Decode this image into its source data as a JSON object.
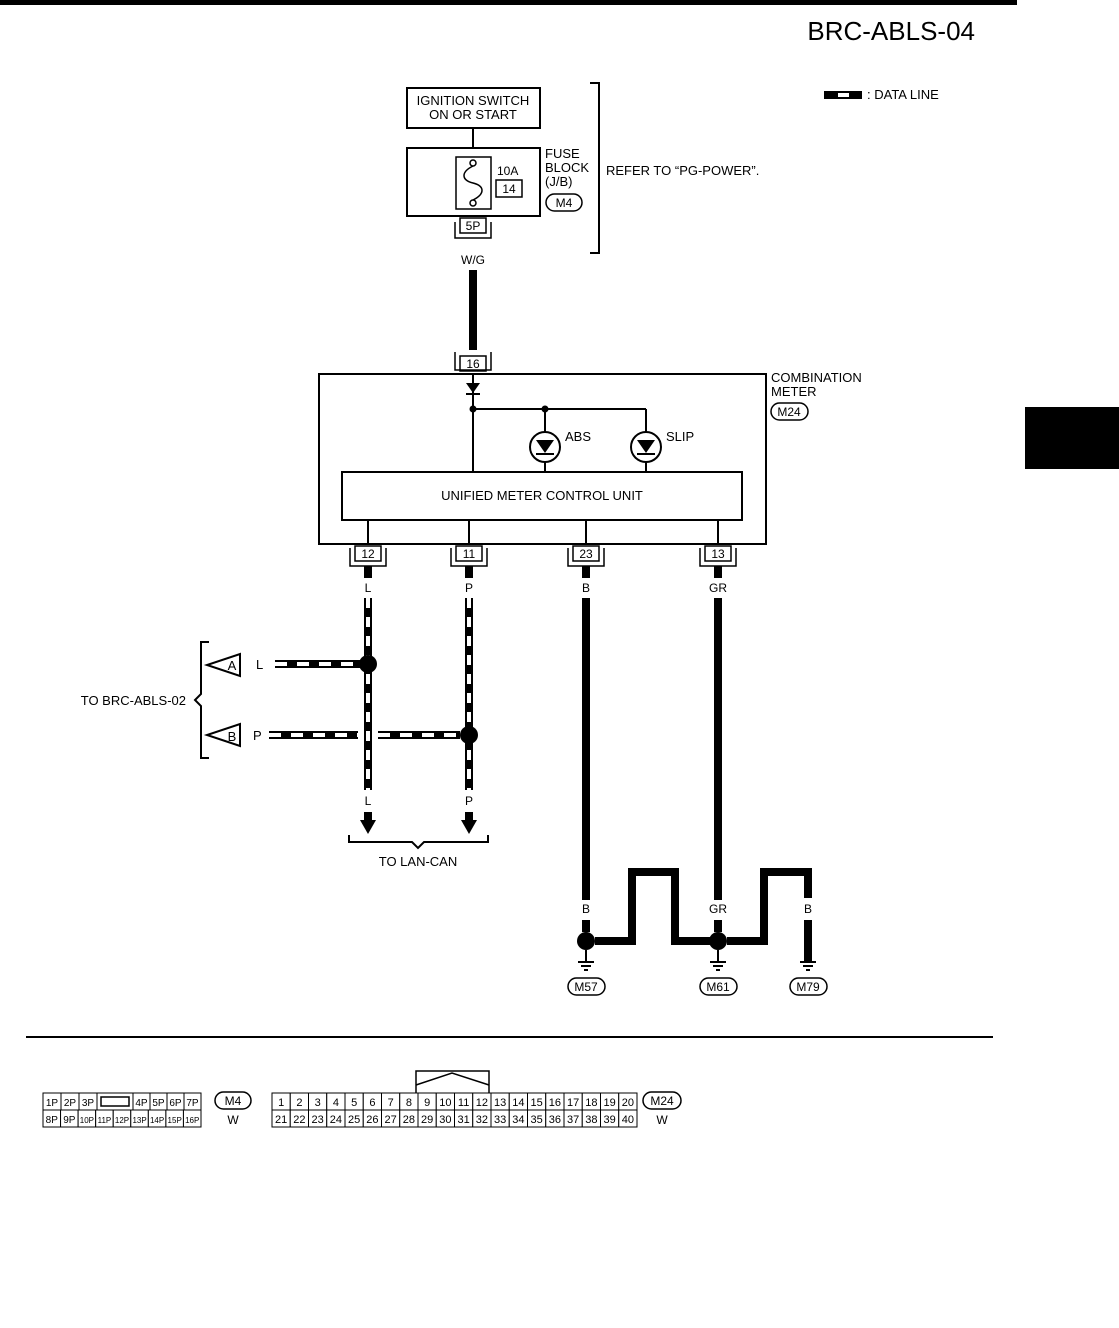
{
  "header": {
    "page_code": "BRC-ABLS-04"
  },
  "legend": {
    "data_line_label": ": DATA LINE"
  },
  "ignition": {
    "line1": "IGNITION SWITCH",
    "line2": "ON OR START"
  },
  "fuse_block": {
    "line1": "FUSE",
    "line2": "BLOCK",
    "line3": "(J/B)",
    "connector": "M4",
    "fuse_rating": "10A",
    "fuse_no": "14",
    "terminal": "5P",
    "wire_color": "W/G"
  },
  "refer_to": "REFER TO “PG-POWER”.",
  "combination_meter": {
    "line1": "COMBINATION",
    "line2": "METER",
    "connector": "M24",
    "input_terminal": "16",
    "abs_label": "ABS",
    "slip_label": "SLIP",
    "control_unit": "UNIFIED METER CONTROL UNIT",
    "output_terminals": [
      "12",
      "11",
      "23",
      "13"
    ],
    "output_wires": [
      "L",
      "P",
      "B",
      "GR"
    ]
  },
  "brc_link": {
    "label": "TO BRC-ABLS-02",
    "a": {
      "marker": "A",
      "wire": "L"
    },
    "b": {
      "marker": "B",
      "wire": "P"
    }
  },
  "lan_can": {
    "label": "TO LAN-CAN",
    "wires": [
      "L",
      "P"
    ]
  },
  "grounds": {
    "wire_labels": [
      "B",
      "B",
      "B",
      "GR",
      "B",
      "B"
    ],
    "connectors": [
      "M57",
      "M61",
      "M79"
    ]
  },
  "connector_views": {
    "m4": {
      "id": "M4",
      "color": "W",
      "row1": [
        "1P",
        "2P",
        "3P",
        "4P",
        "5P",
        "6P",
        "7P"
      ],
      "row2": [
        "8P",
        "9P",
        "10P",
        "11P",
        "12P",
        "13P",
        "14P",
        "15P",
        "16P"
      ]
    },
    "m24": {
      "id": "M24",
      "color": "W",
      "row1": [
        "1",
        "2",
        "3",
        "4",
        "5",
        "6",
        "7",
        "8",
        "9",
        "10",
        "11",
        "12",
        "13",
        "14",
        "15",
        "16",
        "17",
        "18",
        "19",
        "20"
      ],
      "row2": [
        "21",
        "22",
        "23",
        "24",
        "25",
        "26",
        "27",
        "28",
        "29",
        "30",
        "31",
        "32",
        "33",
        "34",
        "35",
        "36",
        "37",
        "38",
        "39",
        "40"
      ]
    }
  }
}
